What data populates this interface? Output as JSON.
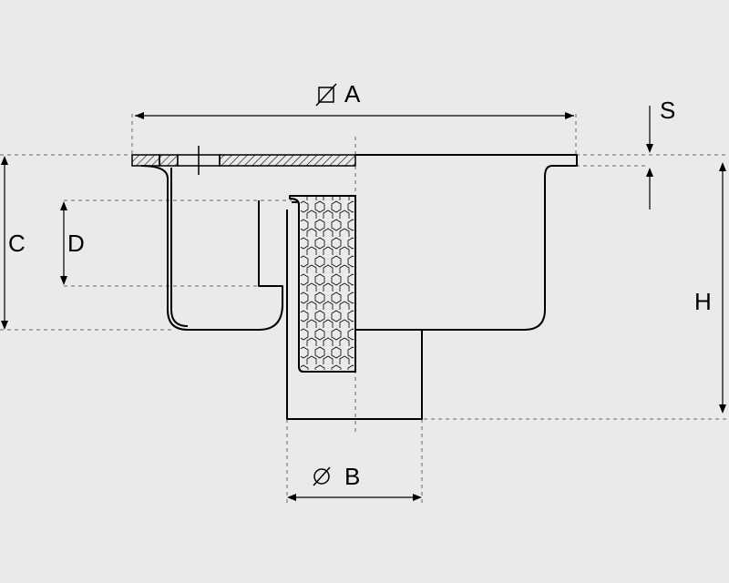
{
  "diagram": {
    "labels": {
      "a": "A",
      "b": "B",
      "c": "C",
      "d": "D",
      "h": "H",
      "s": "S"
    },
    "colors": {
      "background": "#eaeaea",
      "line": "#000000",
      "dashed": "#666666"
    }
  }
}
